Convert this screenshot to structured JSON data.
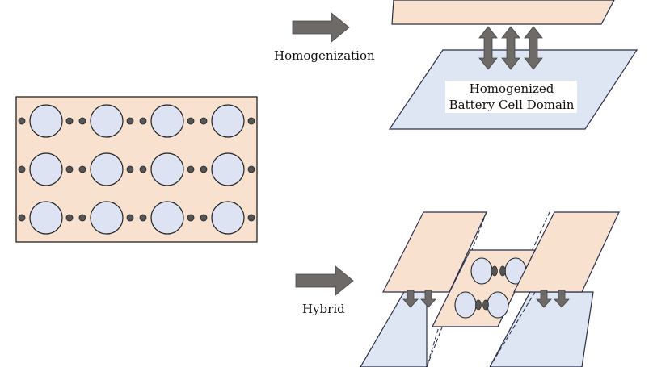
{
  "labels": {
    "homogenization": "Homogenization",
    "domain_line1": "Homogenized",
    "domain_line2": "Battery Cell Domain",
    "hybrid": "Hybrid"
  },
  "colors": {
    "tissue": "#f8e1cf",
    "cell": "#dde3f2",
    "plane_blue": "#dde6f2",
    "arrow": "#6e6a68",
    "stroke": "#2a2e4a",
    "dot": "#555555"
  },
  "icons": {
    "process_arrow": "right-arrow-icon",
    "coupling_arrow": "double-headed-arrow-icon"
  },
  "grid": {
    "rows": 3,
    "columns": 4
  }
}
